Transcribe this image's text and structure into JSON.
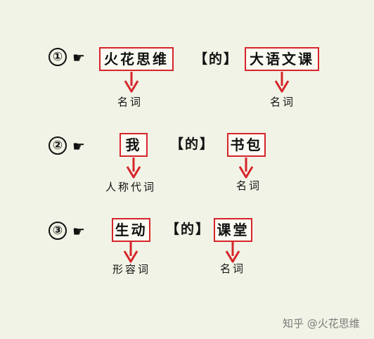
{
  "accent_color": "#d6252a",
  "rows": [
    {
      "number": "①",
      "pointer_icon": "pointing-hand-icon",
      "word1": "火花思维",
      "connector": "【的】",
      "word2": "大语文课",
      "label1": "名词",
      "label2": "名词"
    },
    {
      "number": "②",
      "pointer_icon": "pointing-hand-icon",
      "word1": "我",
      "connector": "【的】",
      "word2": "书包",
      "label1": "人称代词",
      "label2": "名词"
    },
    {
      "number": "③",
      "pointer_icon": "pointing-hand-icon",
      "word1": "生动",
      "connector": "【的】",
      "word2": "课堂",
      "label1": "形容词",
      "label2": "名词"
    }
  ],
  "watermark": "知乎 @火花思维"
}
